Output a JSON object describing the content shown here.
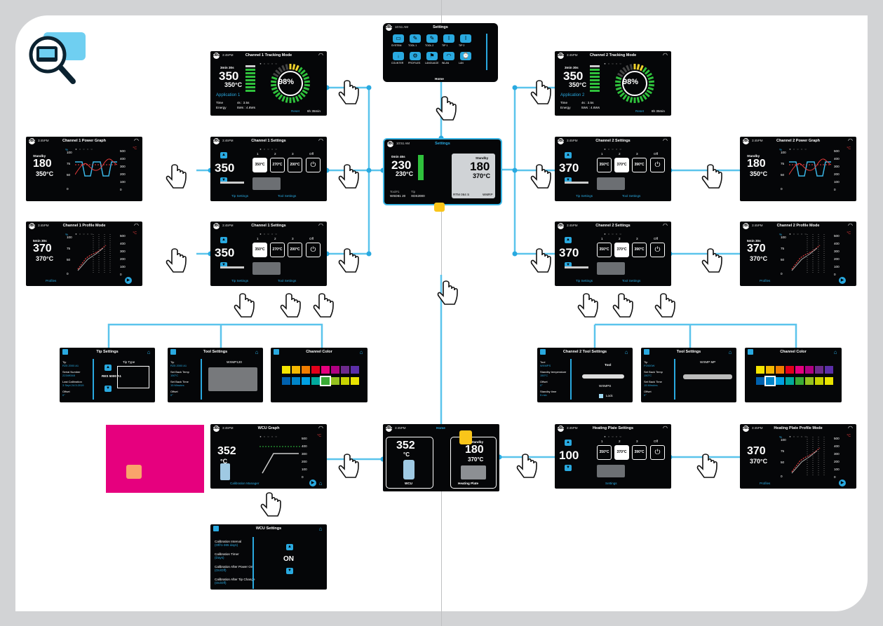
{
  "colors": {
    "accent": "#29a9e0",
    "wire": "#5bc4ec",
    "screen": "#050608",
    "green": "#2fc13c",
    "magenta": "#e6007e",
    "badge": "#f9c51a"
  },
  "icons": {
    "magnifier": "magnifier-station-icon",
    "hand": "pointing-hand-icon",
    "swipe": "swipe-hand-icon"
  },
  "settings": {
    "time": "10:51 AM",
    "title": "Settings",
    "home_tab": "Home",
    "row1": [
      "SYSTEM",
      "TOOL 1",
      "TOOL 2",
      "TIP 1",
      "TIP 2"
    ],
    "row2": [
      "COUNTER",
      "PROFILES",
      "LANGUAGE",
      "WLAN",
      "LAN"
    ]
  },
  "main": {
    "time": "10:51 AM",
    "title": "Settings",
    "left_hdr": "0min 46s",
    "left_temp": "230",
    "left_unit": "230°C",
    "left_tool_lbl": "Tool#1",
    "left_tool": "WSD81 20",
    "left_tip_lbl": "Tip",
    "left_tip": "XDS2000",
    "right_hdr": "Standby",
    "right_temp": "180",
    "right_unit": "370°C",
    "right_tip": "RTM 064 S",
    "right_tool": "WMRP"
  },
  "home": {
    "time": "3:45PM",
    "tab": "Home",
    "wcu_temp": "352",
    "wcu_unit": "°C",
    "wcu_lbl": "WCU",
    "hp_hdr": "Standby",
    "hp_temp": "180",
    "hp_unit": "370°C",
    "hp_lbl": "Heating Plate"
  },
  "track1": {
    "time": "3:45PM",
    "title": "Channel 1 Tracking Mode",
    "hdr": "3min 30s",
    "temp": "350",
    "unit": "350°C",
    "app": "Application 1",
    "time_lbl": "Time",
    "time_val": "4s : 3.5s",
    "energy_lbl": "Energy",
    "energy_val": "5Ws : 4.6Ws",
    "pct": "98%",
    "reset": "Reset",
    "total": "6h 35min"
  },
  "track2": {
    "time": "3:45PM",
    "title": "Channel 2 Tracking Mode",
    "hdr": "3min 30s",
    "temp": "350",
    "unit": "350°C",
    "app": "Application 2",
    "time_lbl": "Time",
    "time_val": "4s : 3.5s",
    "energy_lbl": "Energy",
    "energy_val": "5Ws : 4.6Ws",
    "pct": "98%",
    "reset": "Reset",
    "total": "6h 35min"
  },
  "power1": {
    "time": "3:45PM",
    "title": "Channel 1 Power Graph",
    "hdr": "Standby",
    "temp": "180",
    "unit": "350°C",
    "yl": [
      "100",
      "75",
      "50",
      "0"
    ],
    "yr": [
      "500",
      "400",
      "300",
      "200",
      "100",
      "0"
    ]
  },
  "power2": {
    "time": "3:45PM",
    "title": "Channel 2 Power Graph",
    "hdr": "Standby",
    "temp": "180",
    "unit": "350°C",
    "yl": [
      "100",
      "75",
      "50",
      "0"
    ],
    "yr": [
      "500",
      "400",
      "300",
      "200",
      "100",
      "0"
    ]
  },
  "profile1": {
    "time": "3:45PM",
    "title": "Channel 1 Profile Mode",
    "hdr": "5min 30s",
    "temp": "370",
    "unit": "370°C",
    "btn": "Profiles",
    "yl": [
      "100",
      "75",
      "50",
      "0"
    ],
    "yr": [
      "500",
      "400",
      "300",
      "200",
      "100",
      "0"
    ]
  },
  "profile2": {
    "time": "3:45PM",
    "title": "Channel 2 Profile Mode",
    "hdr": "5min 30s",
    "temp": "370",
    "unit": "370°C",
    "btn": "Profiles",
    "yl": [
      "100",
      "75",
      "50",
      "0"
    ],
    "yr": [
      "500",
      "400",
      "300",
      "200",
      "100",
      "0"
    ]
  },
  "hpprofile": {
    "time": "3:45PM",
    "title": "Heating Plate Profile Mode",
    "temp": "370",
    "unit": "370°C",
    "btn": "Profiles",
    "yl": [
      "100",
      "75",
      "50",
      "0"
    ],
    "yr": [
      "500",
      "400",
      "300",
      "200",
      "100",
      "0"
    ]
  },
  "ch1a": {
    "time": "3:45PM",
    "title": "Channel 1 Settings",
    "temp": "350",
    "presets": [
      "350°C",
      "270°C",
      "200°C"
    ],
    "nums": [
      "1",
      "2",
      "3",
      "Off"
    ],
    "tip": "Tip Settings",
    "tool": "Tool Settings"
  },
  "ch1b": {
    "time": "3:45PM",
    "title": "Channel 1 Settings",
    "temp": "350",
    "presets": [
      "350°C",
      "270°C",
      "200°C"
    ],
    "nums": [
      "1",
      "2",
      "3",
      "Off"
    ],
    "tip": "Tip Settings",
    "tool": "Tool Settings"
  },
  "ch2a": {
    "time": "3:45PM",
    "title": "Channel 2 Settings",
    "temp": "370",
    "presets": [
      "350°C",
      "370°C",
      "390°C"
    ],
    "nums": [
      "1",
      "2",
      "3",
      "Off"
    ],
    "tip": "Tip Settings",
    "tool": "Tool Settings"
  },
  "ch2b": {
    "time": "3:45PM",
    "title": "Channel 2 Settings",
    "temp": "370",
    "presets": [
      "350°C",
      "370°C",
      "390°C"
    ],
    "nums": [
      "1",
      "2",
      "3",
      "Off"
    ],
    "tip": "Tip Settings",
    "tool": "Tool Settings"
  },
  "hpset": {
    "time": "3:45PM",
    "title": "Heating Plate Settings",
    "temp": "100",
    "presets": [
      "350°C",
      "370°C",
      "390°C"
    ],
    "nums": [
      "1",
      "2",
      "3",
      "Off"
    ],
    "btn": "Settings"
  },
  "tipset": {
    "title": "Tip Settings",
    "l1": "Tip",
    "v1": "R25 2000 A1",
    "l2": "Serial Number",
    "v2": "22349348",
    "l3": "Last Calibration",
    "v3": "3 Sept 24:3:2019",
    "l4": "Offset",
    "v4": "0°",
    "type": "Tip Type",
    "model": "RES 5000 A1"
  },
  "toolset1": {
    "title": "Tool Settings",
    "l1": "Tip",
    "v1": "R25 2000 A1",
    "l2": "Set Back Temp",
    "v2": "150°C",
    "l3": "Set Back Time",
    "v3": "15 Minutes",
    "l4": "Offset",
    "v4": "0°",
    "model": "WXMP120"
  },
  "chcolor1": {
    "title": "Channel Color"
  },
  "ch2tool": {
    "title": "Channel 2 Tool Settings",
    "l1": "Tool",
    "v1": "WXMPS",
    "l2": "Standby temperature",
    "v2": "150°C",
    "l3": "Offset",
    "v3": "0°",
    "l4": "Standby time",
    "v4": "5 min",
    "h": "Tool",
    "model": "WXMPS",
    "lock": "Lock"
  },
  "toolset2": {
    "title": "Tool Settings",
    "l1": "Tip",
    "v1": "P2000W",
    "l2": "Set Back Temp",
    "v2": "150°C",
    "l3": "Set Back Time",
    "v3": "15 Minutes",
    "l4": "Offset",
    "v4": "0°",
    "model": "WXMP MP"
  },
  "chcolor2": {
    "title": "Channel Color"
  },
  "wcugraph": {
    "time": "3:45PM",
    "title": "WCU Graph",
    "temp": "352",
    "unit": "°C",
    "btn": "Calibration Manager",
    "yr": [
      "500",
      "400",
      "300",
      "200",
      "100",
      "0"
    ]
  },
  "wcuset": {
    "title": "WCU Settings",
    "l1": "Calibration Interval",
    "v1": "(Off/1-365 days)",
    "l2": "Calibration Timer",
    "v2": "(Days)",
    "l3": "Calibration After Power On",
    "v3": "(On/Off)",
    "l4": "Calibration After Tip Change",
    "v4": "(On/Off)",
    "val": "ON"
  }
}
